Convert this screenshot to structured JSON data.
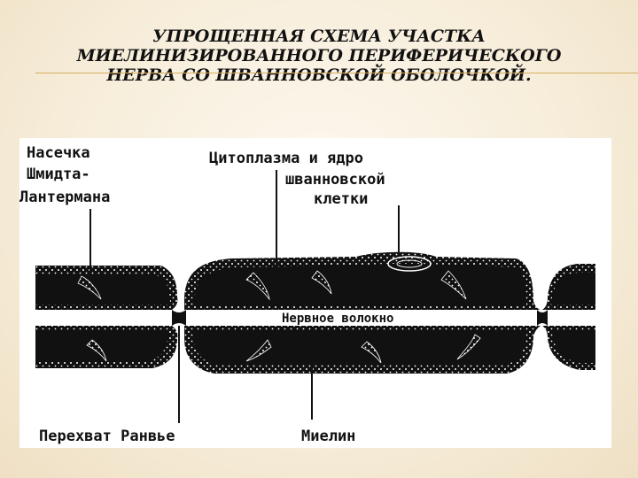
{
  "slide": {
    "title_lines": [
      "УПРОЩЕННАЯ СХЕМА УЧАСТКА",
      "МИЕЛИНИЗИРОВАННОГО ПЕРИФЕРИЧЕСКОГО",
      "НЕРВА СО ШВАННОВСКОЙ ОБОЛОЧКОЙ."
    ]
  },
  "diagram": {
    "labels": {
      "incisure": [
        "Насечка",
        "Шмидта-",
        "Лантермана"
      ],
      "schwann": [
        "Цитоплазма и ядро",
        "шванновской",
        "клетки"
      ],
      "fiber": "Нервное волокно",
      "node": "Перехват Ранвье",
      "myelin": "Миелин"
    },
    "colors": {
      "ink": "#111111",
      "dots": "#ffffff",
      "title_rule": "#d7ae62"
    }
  }
}
